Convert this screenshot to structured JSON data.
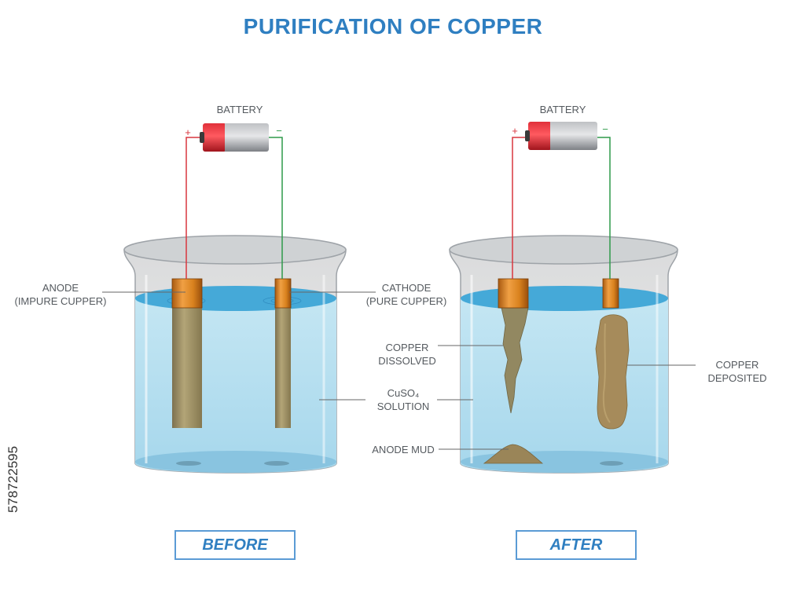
{
  "title": "PURIFICATION OF COPPER",
  "battery_label": "BATTERY",
  "plus": "+",
  "minus": "−",
  "before": {
    "anode": [
      "ANODE",
      "(IMPURE CUPPER)"
    ],
    "cathode": [
      "CATHODE",
      "(PURE CUPPER)"
    ],
    "caption": "BEFORE"
  },
  "after": {
    "copper_dissolved": [
      "COPPER",
      "DISSOLVED"
    ],
    "copper_deposited": [
      "COPPER",
      "DEPOSITED"
    ],
    "solution": [
      "CuSO₄",
      "SOLUTION"
    ],
    "anode_mud": "ANODE MUD",
    "caption": "AFTER"
  },
  "stock_id": "578722595",
  "colors": {
    "title": "#2f7fc1",
    "positive_wire": "#d9363e",
    "negative_wire": "#2e9a4a",
    "solution": "#9fd3ea",
    "solution_surface": "#45a9d8",
    "electrode_top": "#d9821e",
    "anode_rod": "#9c8f63",
    "cathode_rod": "#a4955f",
    "deposit": "#a68b5b"
  }
}
